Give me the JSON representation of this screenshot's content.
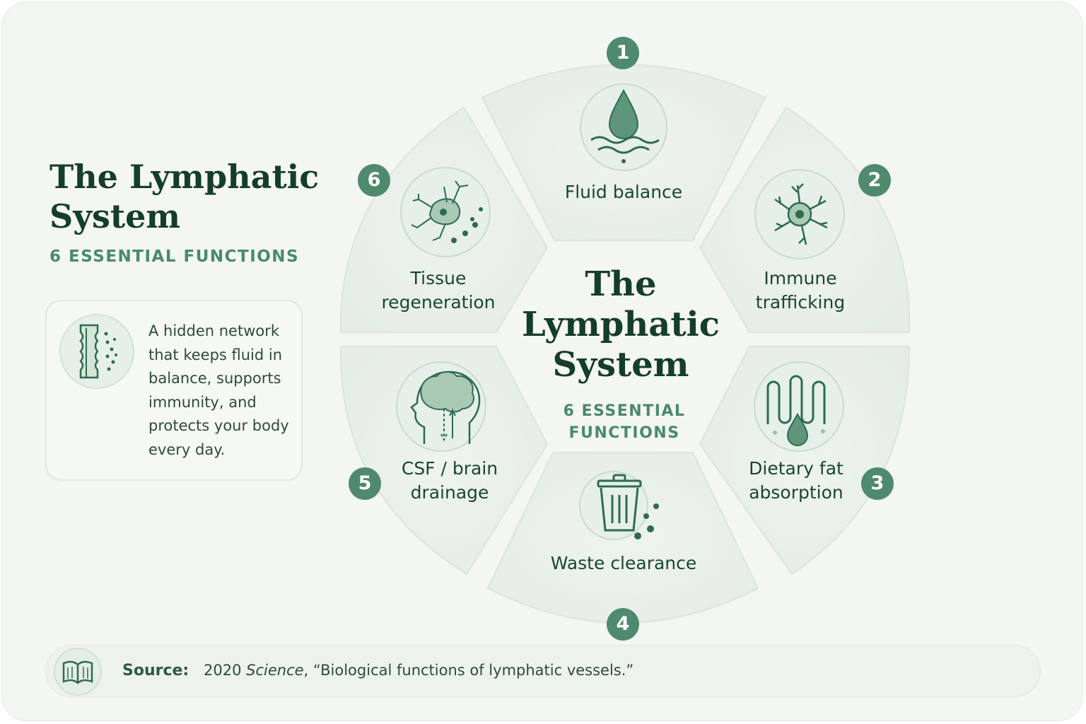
{
  "title": "The Lymphatic System",
  "subtitle": "6 ESSENTIAL FUNCTIONS",
  "description": {
    "icon": "lymph-vessel-icon",
    "text": "A hidden network that keeps fluid in balance, supports immunity, and protects your body every day."
  },
  "center": {
    "title": "The Lymphatic System",
    "subtitle": "6 ESSENTIAL FUNCTIONS"
  },
  "functions": [
    {
      "number": "1",
      "label": "Fluid balance",
      "icon": "water-drop-icon"
    },
    {
      "number": "2",
      "label": "Immune trafficking",
      "icon": "immune-cell-icon"
    },
    {
      "number": "3",
      "label": "Dietary fat absorption",
      "icon": "intestine-fat-icon"
    },
    {
      "number": "4",
      "label": "Waste clearance",
      "icon": "trash-bin-icon"
    },
    {
      "number": "5",
      "label": "CSF / brain drainage",
      "icon": "brain-head-icon"
    },
    {
      "number": "6",
      "label": "Tissue regeneration",
      "icon": "tissue-cell-icon"
    }
  ],
  "source": {
    "icon": "book-icon",
    "label": "Source:",
    "year": "2020",
    "journal": "Science",
    "quote": ", “Biological functions of lymphatic vessels.”"
  },
  "colors": {
    "accent": "#4f8a6e",
    "title": "#153d2c",
    "subtitle": "#4a8a6c",
    "background": "#f4f6f4"
  }
}
